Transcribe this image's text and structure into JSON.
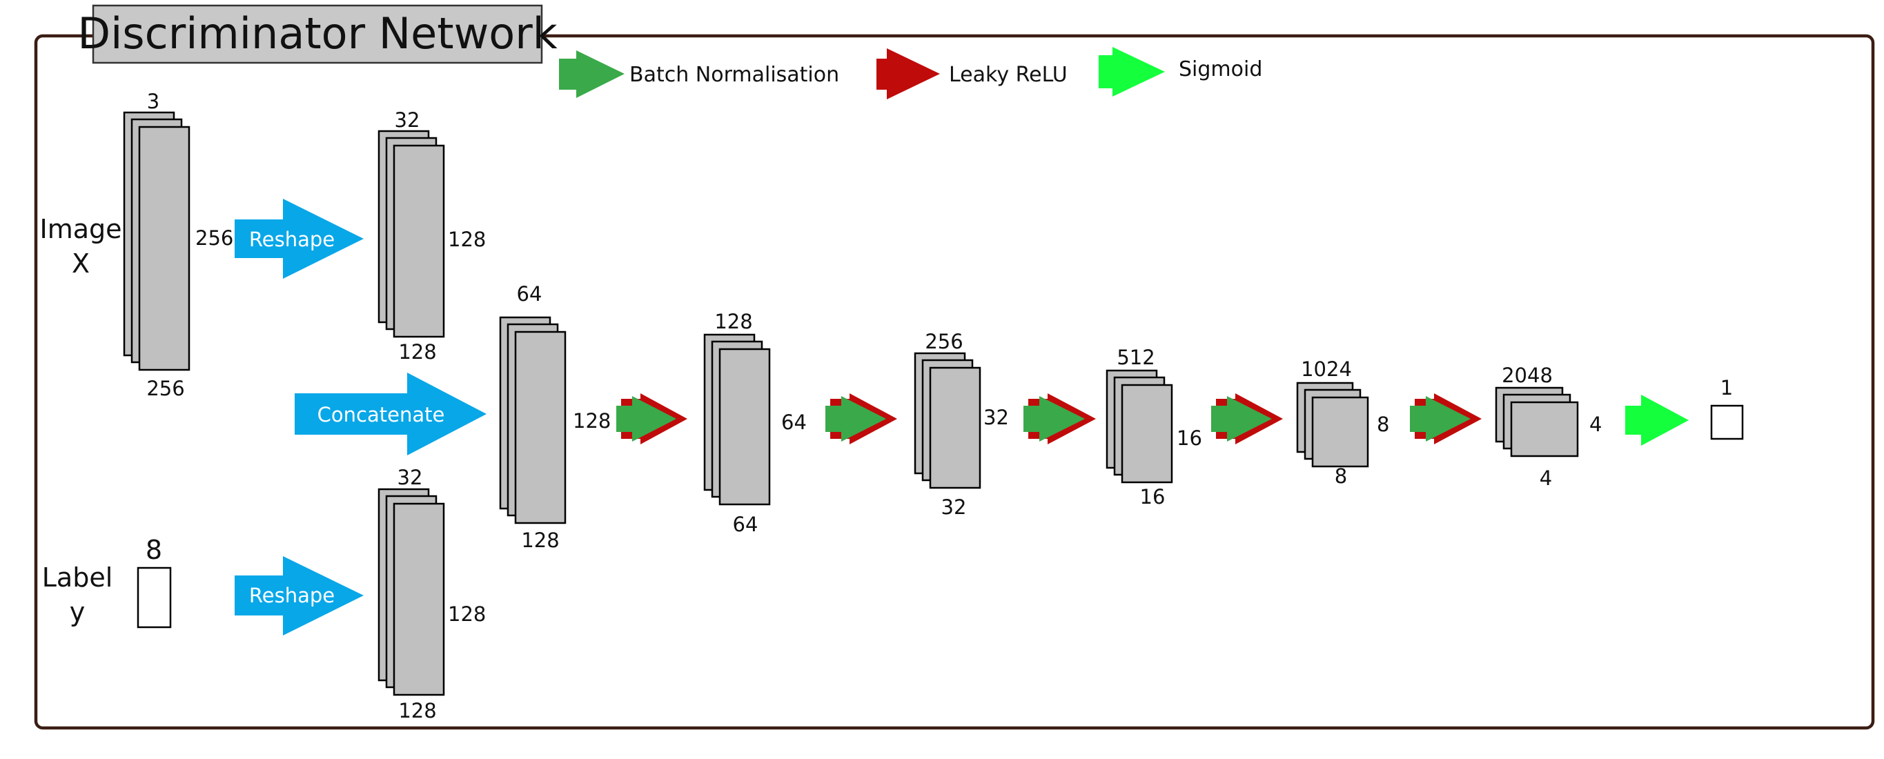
{
  "title": "Discriminator Network",
  "colors": {
    "layer_fill": "#c0c0c0",
    "frame": "#3b1d14",
    "title_box": "#c8c8c8",
    "reshape_arrow": "#08a7e8",
    "batch_norm": "#3aa94a",
    "leaky_relu": "#c00b0b",
    "sigmoid": "#14ff3c"
  },
  "legend": {
    "batch_norm": "Batch Normalisation",
    "leaky_relu": "Leaky ReLU",
    "sigmoid": "Sigmoid"
  },
  "inputs": {
    "image": {
      "line1": "Image",
      "line2": "X",
      "channels": "3",
      "height": "256",
      "width": "256"
    },
    "label": {
      "line1": "Label",
      "line2": "y",
      "size": "8"
    }
  },
  "ops": {
    "reshape_top": "Reshape",
    "reshape_bottom": "Reshape",
    "concatenate": "Concatenate"
  },
  "reshaped_image": {
    "channels": "32",
    "height": "128",
    "width": "128"
  },
  "reshaped_label": {
    "channels": "32",
    "height": "128",
    "width": "128"
  },
  "concat_layer": {
    "channels": "64",
    "height": "128",
    "width": "128"
  },
  "conv_layers": [
    {
      "channels": "128",
      "height": "64",
      "width": "64"
    },
    {
      "channels": "256",
      "height": "32",
      "width": "32"
    },
    {
      "channels": "512",
      "height": "16",
      "width": "16"
    },
    {
      "channels": "1024",
      "height": "8",
      "width": "8"
    },
    {
      "channels": "2048",
      "height": "4",
      "width": "4"
    }
  ],
  "output": {
    "size": "1"
  }
}
